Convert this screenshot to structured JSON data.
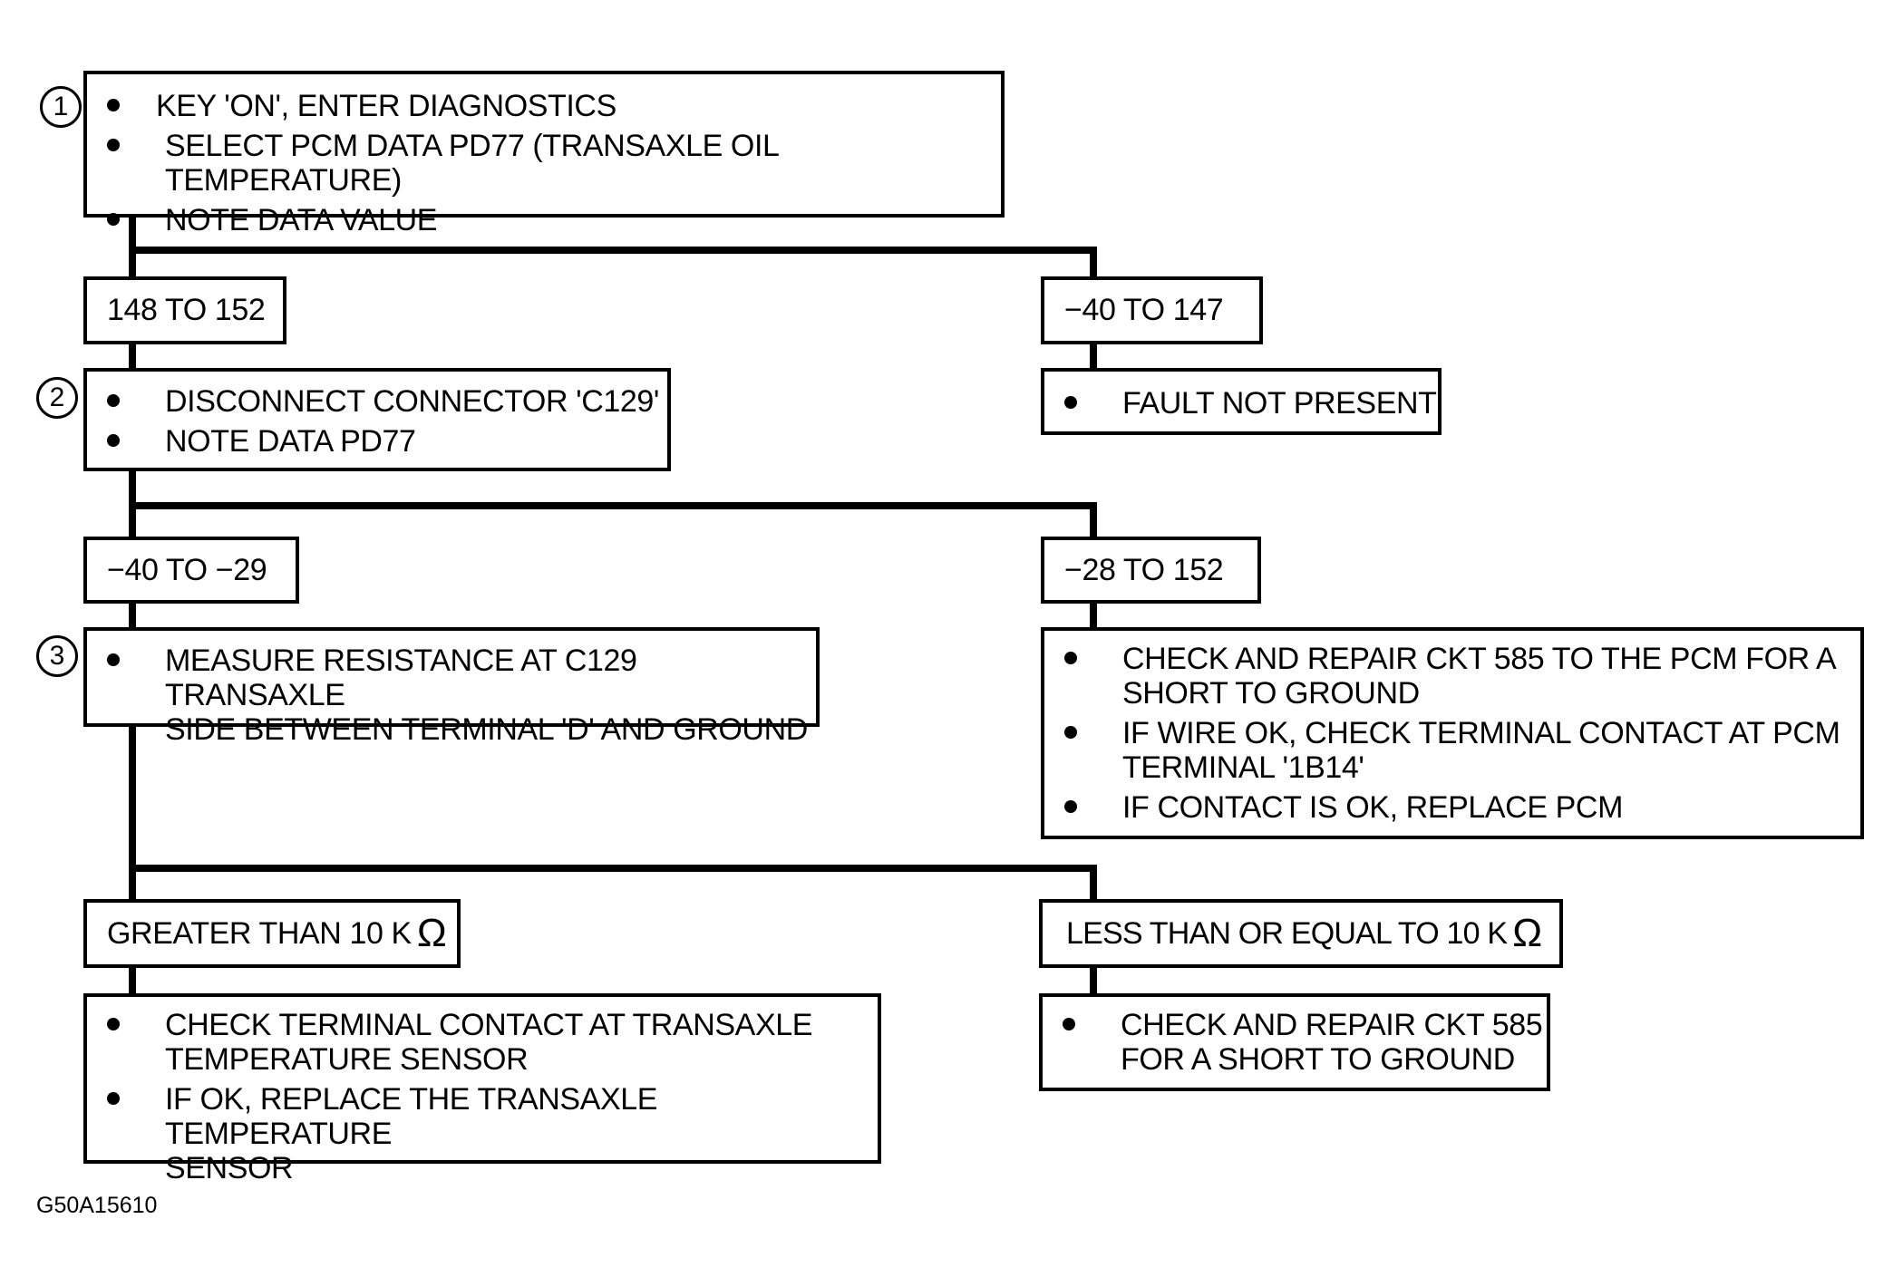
{
  "steps": {
    "step_1": {
      "number": "1",
      "items": [
        "KEY 'ON', ENTER DIAGNOSTICS",
        "SELECT PCM DATA PD77 (TRANSAXLE OIL TEMPERATURE)",
        "NOTE DATA VALUE"
      ]
    },
    "step_2": {
      "number": "2",
      "items": [
        "DISCONNECT CONNECTOR 'C129'",
        "NOTE DATA PD77"
      ]
    },
    "step_3": {
      "number": "3",
      "items": [
        "MEASURE RESISTANCE AT C129 TRANSAXLE\nSIDE BETWEEN TERMINAL 'D' AND GROUND"
      ]
    }
  },
  "branches": {
    "range_148_152": "148 TO 152",
    "range_neg40_147": "−40 TO 147",
    "range_neg40_neg29": "−40 TO −29",
    "range_neg28_152": "−28 TO 152",
    "greater_than_10k": "GREATER THAN 10 K",
    "less_equal_10k": "LESS THAN OR EQUAL TO 10 K",
    "ohm_symbol": "Ω"
  },
  "results": {
    "fault_not_present": [
      "FAULT NOT PRESENT"
    ],
    "check_ckt585_pcm": [
      "CHECK AND REPAIR CKT 585 TO THE PCM FOR A\nSHORT TO GROUND",
      "IF WIRE OK, CHECK TERMINAL CONTACT AT PCM\nTERMINAL '1B14'",
      "IF CONTACT IS OK, REPLACE PCM"
    ],
    "check_sensor_contact": [
      "CHECK TERMINAL CONTACT AT TRANSAXLE\nTEMPERATURE SENSOR",
      "IF OK, REPLACE THE TRANSAXLE TEMPERATURE\nSENSOR"
    ],
    "check_ckt585_short": [
      "CHECK AND REPAIR CKT 585\nFOR A SHORT TO GROUND"
    ]
  },
  "figure_code": "G50A15610"
}
